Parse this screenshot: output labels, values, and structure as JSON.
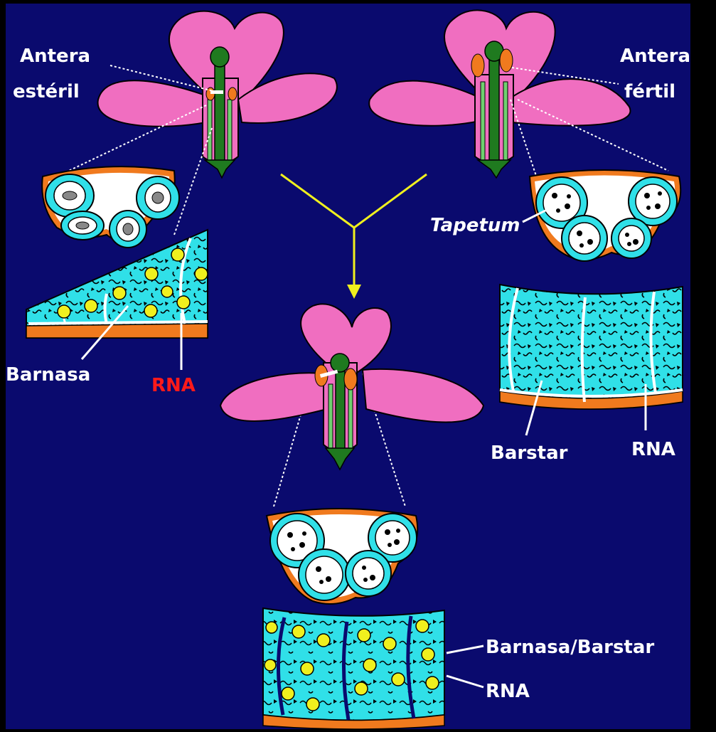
{
  "labels": {
    "sterile_line1": "Antera",
    "sterile_line2": "estéril",
    "fertile_line1": "Antera",
    "fertile_line2": "fértil",
    "tapetum": "Tapetum",
    "barnasa": "Barnasa",
    "rna_left": "RNA",
    "barstar": "Barstar",
    "rna_right": "RNA",
    "barnasa_barstar": "Barnasa/Barstar",
    "rna_bottom": "RNA"
  },
  "colors": {
    "background": "#0a0a6e",
    "outer_border": "#000000",
    "petal": "#f06ec0",
    "stem": "#1f7a1f",
    "stem_light": "#6fd06f",
    "anther": "#f07a1e",
    "tapetum": "#30e0e8",
    "pollen_yellow": "#f0f01e",
    "arrow": "#f0f01e",
    "label_red": "#ff1a1a"
  }
}
